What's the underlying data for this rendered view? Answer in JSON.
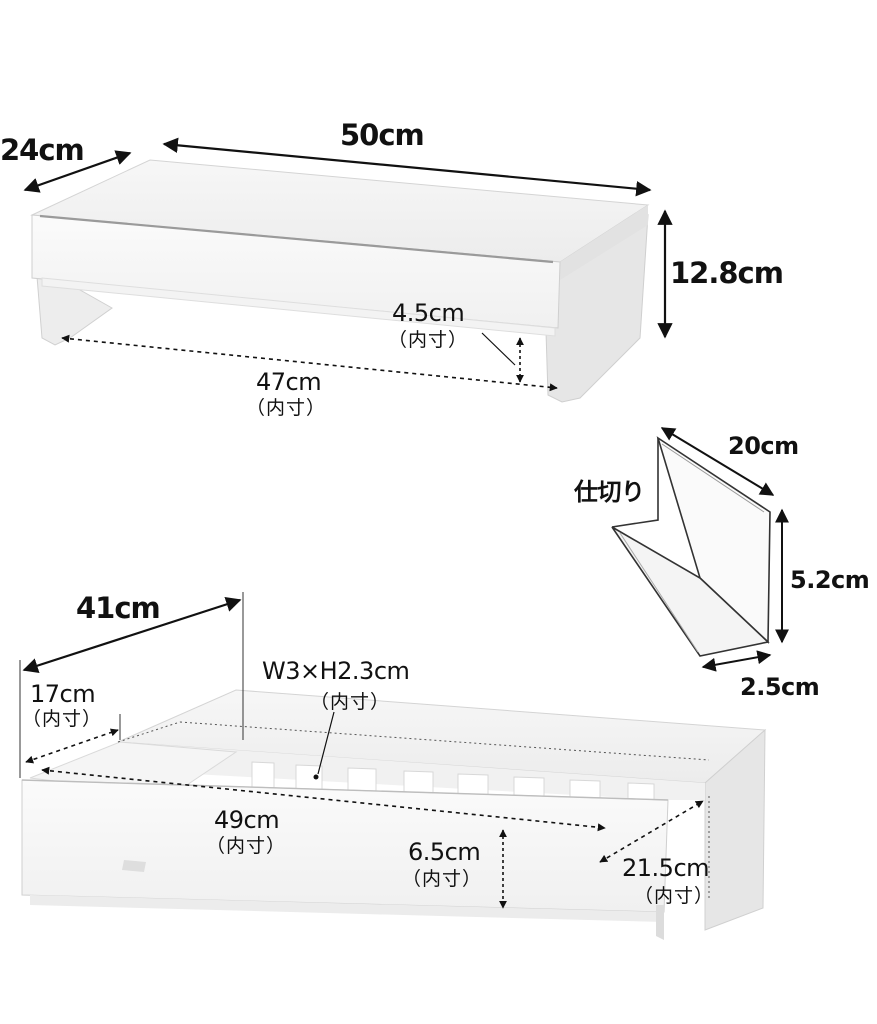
{
  "monitor_stand": {
    "depth": "24cm",
    "width": "50cm",
    "height": "12.8cm",
    "inner_clearance": "4.5cm",
    "inner_clearance_note": "（内寸）",
    "inner_width": "47cm",
    "inner_width_note": "（内寸）"
  },
  "divider": {
    "name": "仕切り",
    "length": "20cm",
    "height": "5.2cm",
    "base": "2.5cm"
  },
  "drawer": {
    "width": "41cm",
    "compartment_depth": "17cm",
    "compartment_depth_note": "（内寸）",
    "slot_size": "W3×H2.3cm",
    "slot_size_note": "（内寸）",
    "inner_width": "49cm",
    "inner_width_note": "（内寸）",
    "inner_height": "6.5cm",
    "inner_height_note": "（内寸）",
    "inner_depth": "21.5cm",
    "inner_depth_note": "（内寸）"
  }
}
